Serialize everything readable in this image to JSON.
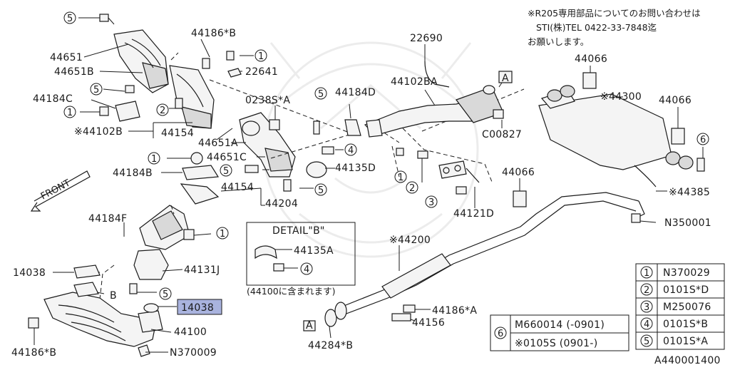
{
  "note": {
    "line1": "※R205専用部品についてのお問い合わせは",
    "line2": "STI(株)TEL 0422-33-7848迄",
    "line3": "お願いします。"
  },
  "front_label": "FRONT",
  "detail": {
    "title": "DETAIL\"B\"",
    "part": "44135A",
    "note": "(44100に含まれます)"
  },
  "labels": {
    "l44186B_top": "44186*B",
    "l44651": "44651",
    "l44651B": "44651B",
    "l44184C": "44184C",
    "l44102B": "※44102B",
    "l44154_top": "44154",
    "l22641": "22641",
    "l0238SA": "0238S*A",
    "l44184D": "44184D",
    "l44102BA": "44102BA",
    "l22690": "22690",
    "lA_top": "A",
    "lC00827": "C00827",
    "l44066_a": "44066",
    "l44300": "※44300",
    "l44066_b": "44066",
    "l44651A": "44651A",
    "l44651C": "44651C",
    "l44135D": "44135D",
    "l44184B": "44184B",
    "l44154_mid": "44154",
    "l44204": "44204",
    "l44121D": "44121D",
    "l44066_c": "44066",
    "l44385": "※44385",
    "lN350001": "N350001",
    "l44184F": "44184F",
    "l44131J": "44131J",
    "l44200": "※44200",
    "l14038_left": "14038",
    "lB": "B",
    "l14038_hl": "14038",
    "l44100": "44100",
    "l44186A": "44186*A",
    "l44156": "44156",
    "lA_bottom": "A",
    "l44284B": "44284*B",
    "l44186B_bottom": "44186*B",
    "lN370009": "N370009"
  },
  "callouts": {
    "c5_top": "5",
    "c1_a": "1",
    "c5_b": "5",
    "c1_b": "1",
    "c2_a": "2",
    "c5_c": "5",
    "c4_a": "4",
    "c1_c": "1",
    "c5_d": "5",
    "c5_e": "5",
    "c1_d": "1",
    "c2_b": "2",
    "c3": "3",
    "c6_right": "6",
    "c1_e": "1",
    "c5_f": "5",
    "c4_detail": "4"
  },
  "legend": [
    {
      "num": "1",
      "part": "N370029"
    },
    {
      "num": "2",
      "part": "0101S*D"
    },
    {
      "num": "3",
      "part": "M250076"
    },
    {
      "num": "4",
      "part": "0101S*B"
    },
    {
      "num": "5",
      "part": "0101S*A"
    }
  ],
  "legend6": {
    "num": "6",
    "row1": "M660014 (-0901)",
    "row2": "※0105S  (0901-)"
  },
  "figure_code": "A440001400",
  "colors": {
    "highlight": "#a9b3de",
    "ink": "#1a1a1a",
    "watermark": "#ececec"
  }
}
